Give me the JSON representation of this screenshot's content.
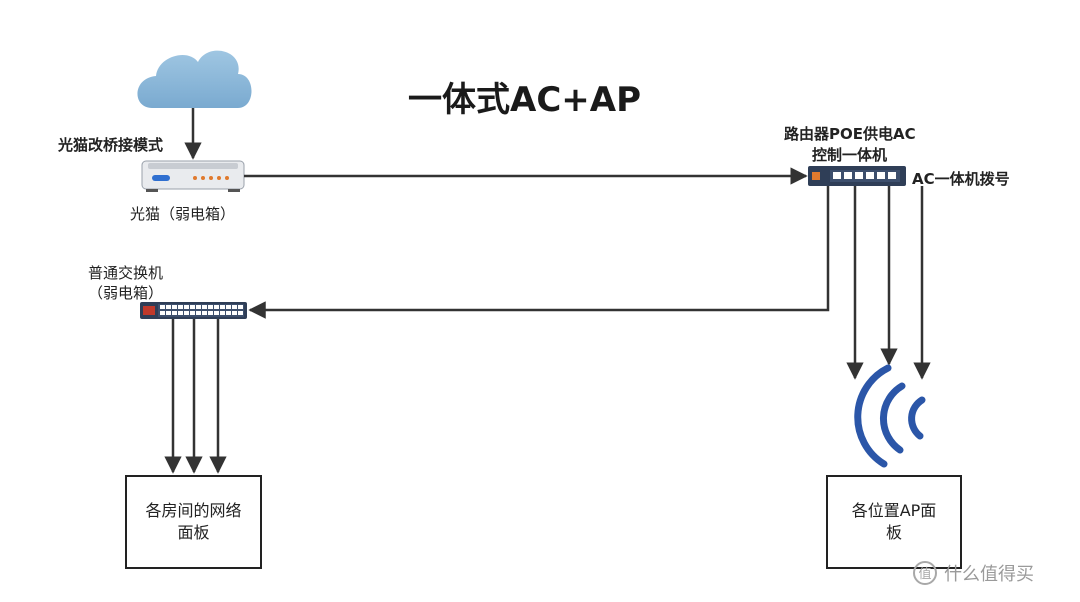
{
  "title": "一体式AC+AP",
  "modem": {
    "top_label": "光猫改桥接模式",
    "bottom_label": "光猫（弱电箱）"
  },
  "router": {
    "label_line1": "路由器POE供电AC",
    "label_line2": "控制一体机",
    "side_label": "AC一体机拨号"
  },
  "switch": {
    "label_line1": "普通交换机",
    "label_line2": "（弱电箱）"
  },
  "room_box": {
    "line1": "各房间的网络",
    "line2": "面板"
  },
  "ap_box": {
    "line1": "各位置AP面",
    "line2": "板"
  },
  "watermark": {
    "text": "什么值得买",
    "icon": "smzdm-logo-icon"
  },
  "colors": {
    "cloud": "#8db7d6",
    "wifi": "#2b56a8",
    "arrow": "#333333",
    "device_body": "#2f3e57",
    "port_led": "#e07a2e"
  }
}
